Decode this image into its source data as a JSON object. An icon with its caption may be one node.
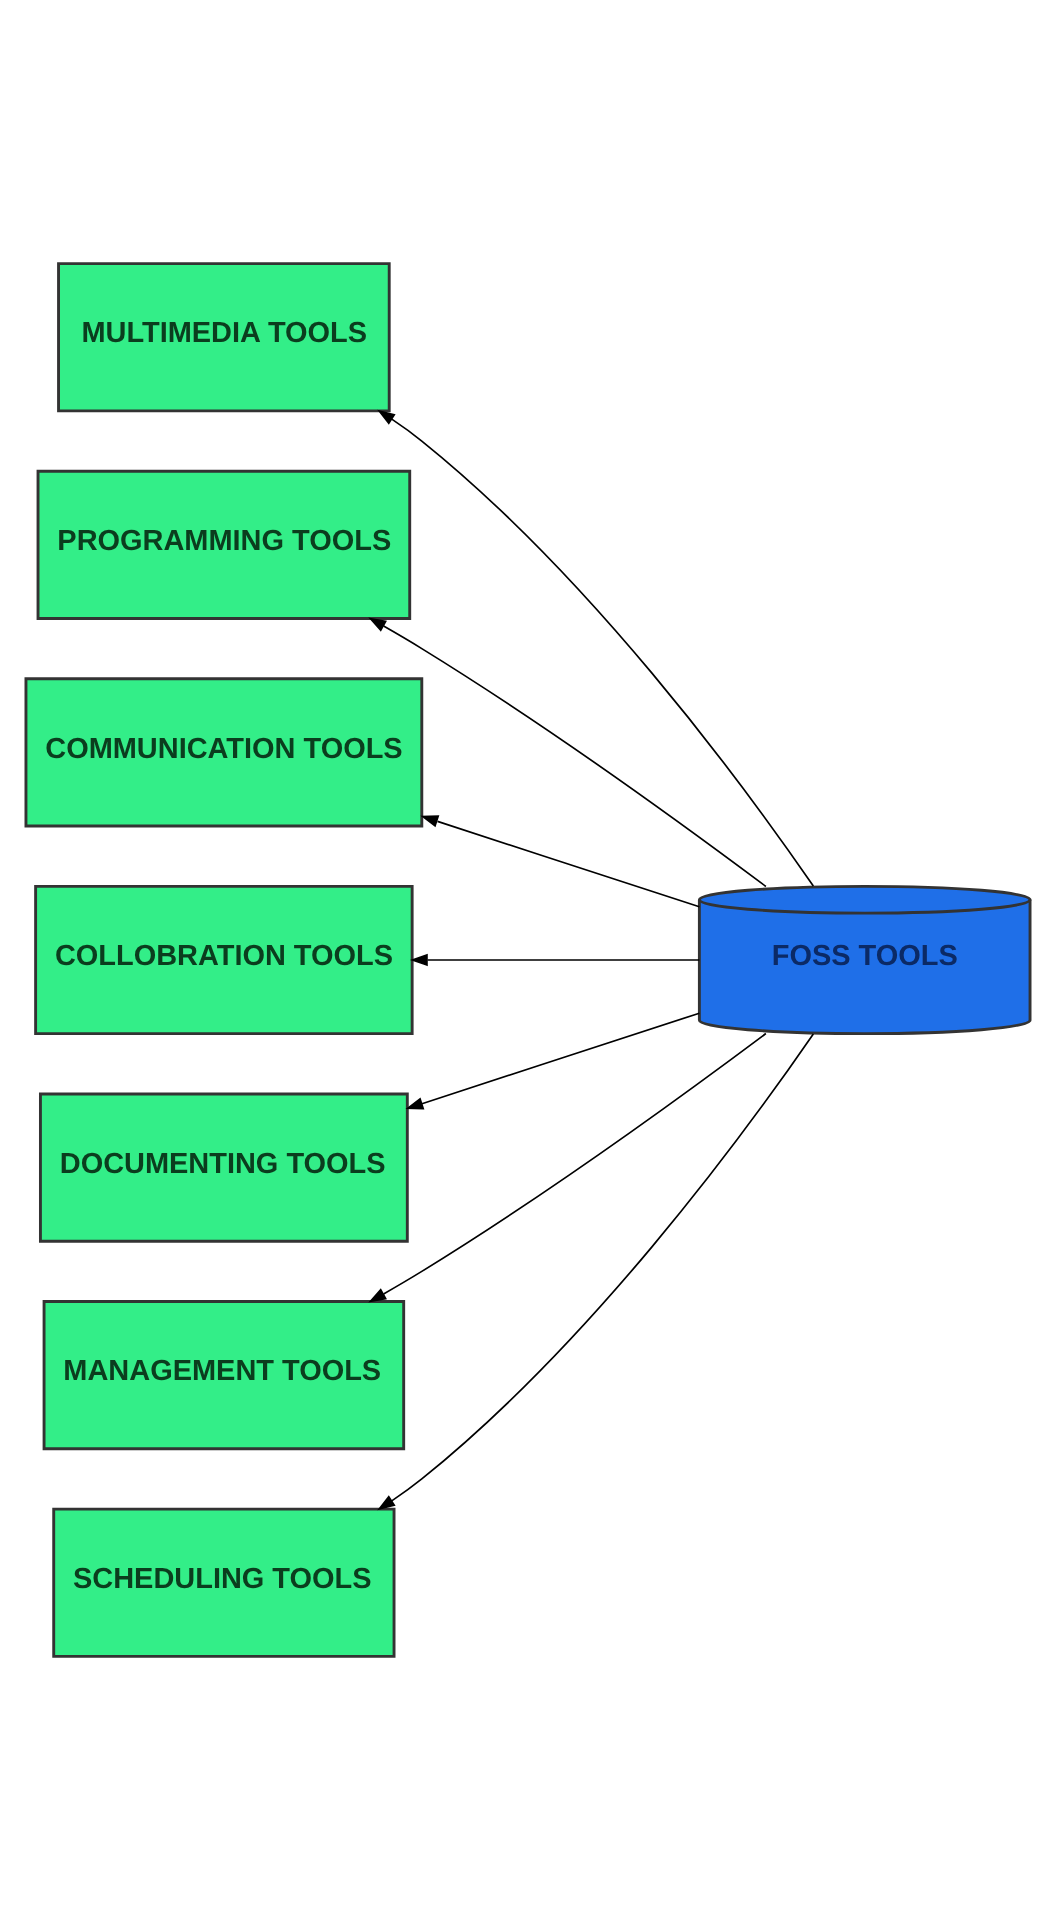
{
  "diagram": {
    "nodes": [
      {
        "text": [
          "MULTIMEDIA TOOLS"
        ]
      },
      {
        "text": [
          "PROGRAMMING TOOLS"
        ]
      },
      {
        "text": [
          "COMMUNICATION TOOLS"
        ]
      },
      {
        "text": [
          "COLLOBRATION TOOLS"
        ]
      },
      {
        "text": [
          "DOCUMENTING TOOLS"
        ]
      },
      {
        "text": [
          "MANAGEMENT TOOLS"
        ]
      },
      {
        "text": [
          "SCHEDULING TOOLS"
        ]
      },
      {
        "text": [
          "FOSS TOOLS"
        ]
      }
    ],
    "edges": [
      {
        "from": 7,
        "to": 0,
        "arrow": "to"
      },
      {
        "from": 7,
        "to": 1,
        "arrow": "to"
      },
      {
        "from": 7,
        "to": 2,
        "arrow": "to"
      },
      {
        "from": 7,
        "to": 3,
        "arrow": "to"
      },
      {
        "from": 7,
        "to": 4,
        "arrow": "to"
      },
      {
        "from": 7,
        "to": 5,
        "arrow": "to"
      },
      {
        "from": 7,
        "to": 6,
        "arrow": "to"
      }
    ]
  }
}
